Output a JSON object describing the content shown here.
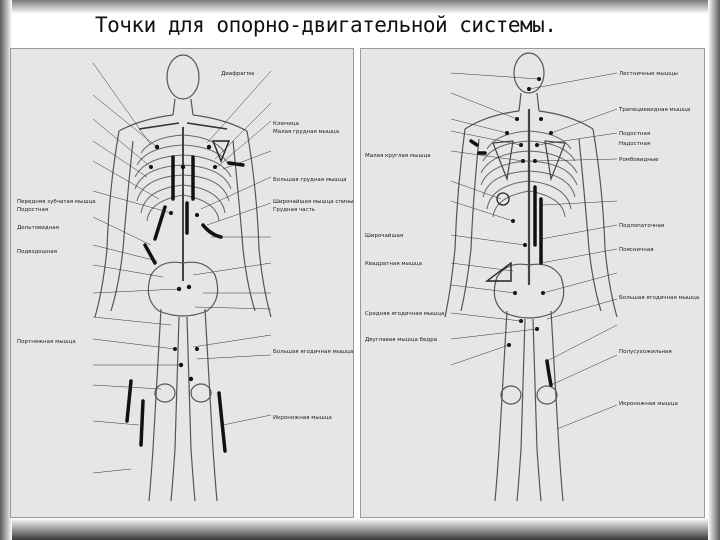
{
  "title": "Точки для опорно-двигательной системы.",
  "left_labels": {
    "a": "Диафрагма",
    "b": "Ключица",
    "c": "Малая грудная мышца",
    "d": "Передняя зубчатая мышца",
    "e": "Подостная",
    "f": "Большая грудная мышца",
    "g": "Широчайшая мышца спины",
    "h": "Грудная часть",
    "i": "Дельтовидная",
    "j": "Подвздошная",
    "k": "Портняжная мышца",
    "l": "Большая ягодичная мышца",
    "m": "Икроножная мышца"
  },
  "right_labels": {
    "a": "Лестничные мышцы",
    "b": "Трапециевидная мышца",
    "c": "Подостная",
    "d": "Надостная",
    "e": "Малая круглая мышца",
    "f": "Ромбовидные",
    "g": "Широчайшая",
    "h": "Подлопаточная",
    "i": "Квадратная мышца",
    "j": "Поясничная",
    "k": "Средняя ягодичная мышца",
    "l": "Большая ягодичная мышца",
    "m": "Двуглавая мышца бедра",
    "n": "Полусухожильная",
    "o": "Икроножная мышца"
  }
}
